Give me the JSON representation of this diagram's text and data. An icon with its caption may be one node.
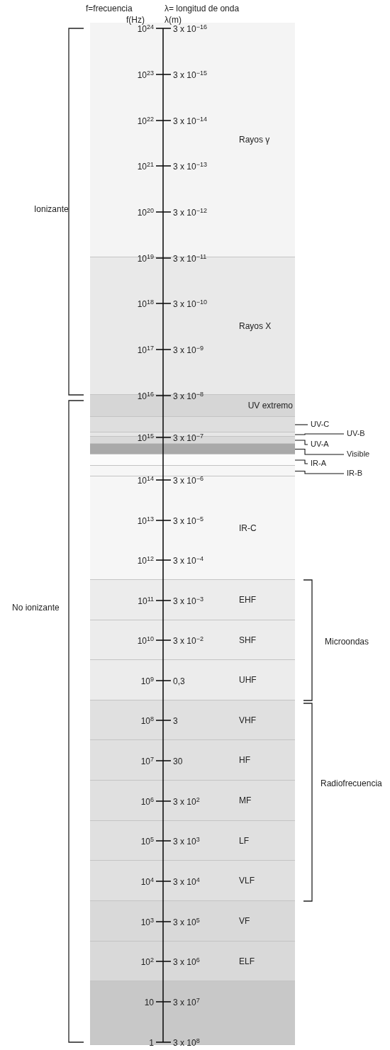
{
  "diagram": {
    "nodes": [
      {
        "text": [
          "Rayos γ"
        ]
      },
      {
        "text": [
          "Rayos X"
        ]
      },
      {
        "text": [
          "UV extremo"
        ]
      },
      {
        "text": [],
        "shape": "bar"
      },
      {
        "text": [],
        "shape": "bar"
      },
      {
        "text": [],
        "shape": "bar"
      },
      {
        "text": [],
        "shape": "bar"
      },
      {
        "text": [],
        "shape": "bar"
      },
      {
        "text": [],
        "shape": "bar"
      },
      {
        "text": [
          "IR-C"
        ]
      },
      {
        "text": [
          "EHF"
        ]
      },
      {
        "text": [
          "SHF"
        ]
      },
      {
        "text": [
          "UHF"
        ]
      },
      {
        "text": [
          "VHF"
        ]
      },
      {
        "text": [
          "HF"
        ]
      },
      {
        "text": [
          "MF"
        ]
      },
      {
        "text": [
          "LF"
        ]
      },
      {
        "text": [
          "VLF"
        ]
      },
      {
        "text": [
          "VF"
        ]
      },
      {
        "text": [
          "ELF"
        ]
      },
      {
        "text": [],
        "shape": "bar"
      },
      {
        "text": [
          "UV-C"
        ]
      },
      {
        "text": [
          "UV-B"
        ]
      },
      {
        "text": [
          "UV-A"
        ]
      },
      {
        "text": [
          "Visible"
        ]
      },
      {
        "text": [
          "IR-A"
        ]
      },
      {
        "text": [
          "IR-B"
        ]
      }
    ],
    "edges": [
      {
        "from": 21,
        "to": 3,
        "arrow": "none"
      },
      {
        "from": 22,
        "to": 4,
        "arrow": "none"
      },
      {
        "from": 23,
        "to": 5,
        "arrow": "none"
      },
      {
        "from": 24,
        "to": 6,
        "arrow": "none"
      },
      {
        "from": 25,
        "to": 7,
        "arrow": "none"
      },
      {
        "from": 26,
        "to": 8,
        "arrow": "none"
      }
    ],
    "labels": [
      "f=frecuencia",
      "λ= longitud de onda",
      "f(Hz)",
      "λ(m)",
      "10$^{24}$",
      "3 x 10$^{−16}$",
      "10$^{23}$",
      "3 x 10$^{−15}$",
      "10$^{22}$",
      "3 x 10$^{−14}$",
      "10$^{21}$",
      "3 x 10$^{−13}$",
      "10$^{20}$",
      "3 x 10$^{−12}$",
      "10$^{19}$",
      "3 x 10$^{−11}$",
      "10$^{18}$",
      "3 x 10$^{−10}$",
      "10$^{17}$",
      "3 x 10$^{−9}$",
      "10$^{16}$",
      "3 x 10$^{−8}$",
      "10$^{15}$",
      "3 x 10$^{−7}$",
      "10$^{14}$",
      "3 x 10$^{−6}$",
      "10$^{13}$",
      "3 x 10$^{−5}$",
      "10$^{12}$",
      "3 x 10$^{−4}$",
      "10$^{11}$",
      "3 x 10$^{−3}$",
      "10$^{10}$",
      "3 x 10$^{−2}$",
      "10$^{9}$",
      "0,3",
      "10$^{8}$",
      "3",
      "10$^{7}$",
      "30",
      "10$^{6}$",
      "3 x 10$^{2}$",
      "10$^{5}$",
      "3 x 10$^{3}$",
      "10$^{4}$",
      "3 x 10$^{4}$",
      "10$^{3}$",
      "3 x 10$^{5}$",
      "10$^{2}$",
      "3 x 10$^{6}$",
      "10",
      "3 x 10$^{7}$",
      "1",
      "3 x 10$^{8}$",
      "Ionizante",
      "No ionizante",
      "Microondas",
      "Radiofrecuencia"
    ]
  }
}
